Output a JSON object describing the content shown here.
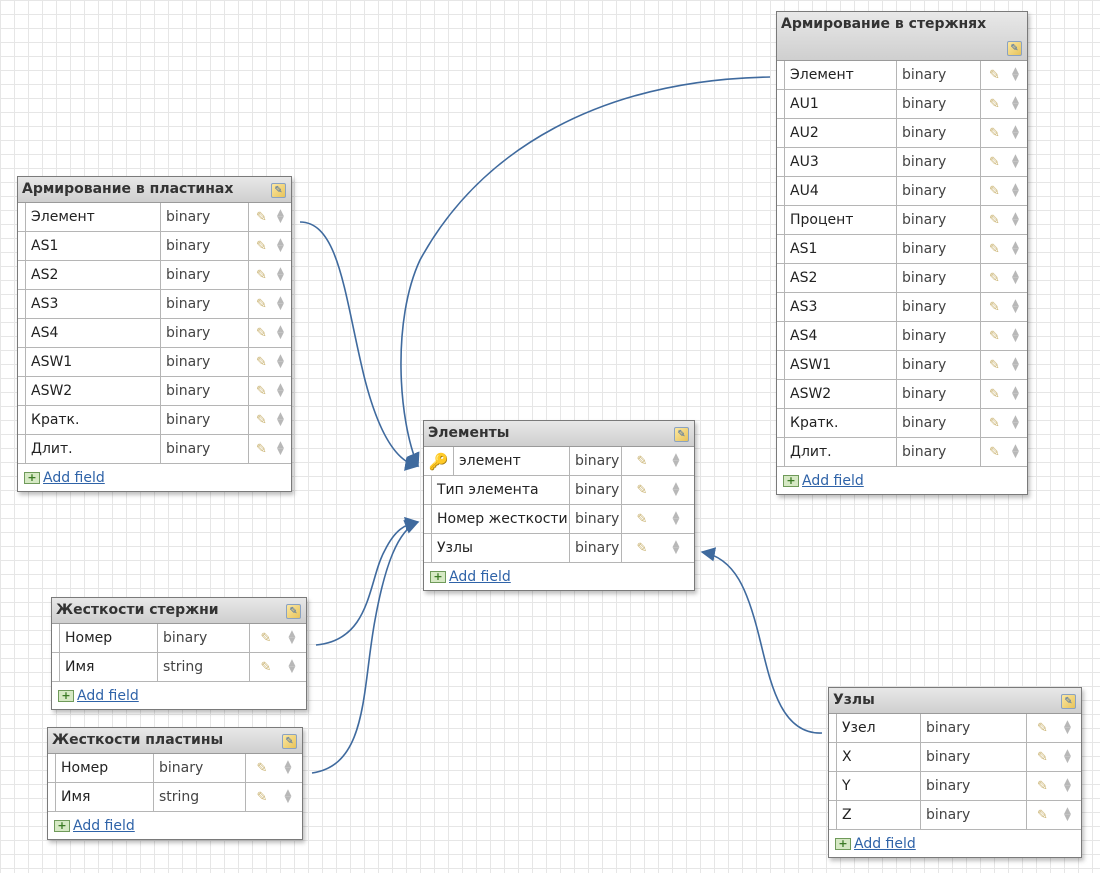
{
  "add_field_label": "Add field",
  "colors": {
    "link": "#3f6a9e",
    "header": "#d8d8d8",
    "add_link": "#2f63a8"
  },
  "icons": {
    "edit": "edit-entity-icon",
    "pencil": "pencil-icon",
    "sort": "sort-arrows-icon",
    "key": "key-icon",
    "add": "add-field-icon"
  },
  "entities": {
    "armirovanie_plastiny": {
      "title": "Армирование в пластинах",
      "fields": [
        {
          "name": "Элемент",
          "type": "binary"
        },
        {
          "name": "AS1",
          "type": "binary"
        },
        {
          "name": "AS2",
          "type": "binary"
        },
        {
          "name": "AS3",
          "type": "binary"
        },
        {
          "name": "AS4",
          "type": "binary"
        },
        {
          "name": "ASW1",
          "type": "binary"
        },
        {
          "name": "ASW2",
          "type": "binary"
        },
        {
          "name": "Кратк.",
          "type": "binary"
        },
        {
          "name": "Длит.",
          "type": "binary"
        }
      ]
    },
    "armirovanie_sterzhni": {
      "title": "Армирование в стержнях",
      "fields": [
        {
          "name": "Элемент",
          "type": "binary"
        },
        {
          "name": "AU1",
          "type": "binary"
        },
        {
          "name": "AU2",
          "type": "binary"
        },
        {
          "name": "AU3",
          "type": "binary"
        },
        {
          "name": "AU4",
          "type": "binary"
        },
        {
          "name": "Процент",
          "type": "binary"
        },
        {
          "name": "AS1",
          "type": "binary"
        },
        {
          "name": "AS2",
          "type": "binary"
        },
        {
          "name": "AS3",
          "type": "binary"
        },
        {
          "name": "AS4",
          "type": "binary"
        },
        {
          "name": "ASW1",
          "type": "binary"
        },
        {
          "name": "ASW2",
          "type": "binary"
        },
        {
          "name": "Кратк.",
          "type": "binary"
        },
        {
          "name": "Длит.",
          "type": "binary"
        }
      ]
    },
    "elementy": {
      "title": "Элементы",
      "fields": [
        {
          "name": "элемент",
          "type": "binary",
          "pk": true
        },
        {
          "name": "Тип элемента",
          "type": "binary"
        },
        {
          "name": "Номер жесткости",
          "type": "binary"
        },
        {
          "name": "Узлы",
          "type": "binary"
        }
      ]
    },
    "zhestkosti_sterzhni": {
      "title": "Жесткости стержни",
      "fields": [
        {
          "name": "Номер",
          "type": "binary"
        },
        {
          "name": "Имя",
          "type": "string"
        }
      ]
    },
    "zhestkosti_plastiny": {
      "title": "Жесткости пластины",
      "fields": [
        {
          "name": "Номер",
          "type": "binary"
        },
        {
          "name": "Имя",
          "type": "string"
        }
      ]
    },
    "uzly": {
      "title": "Узлы",
      "fields": [
        {
          "name": "Узел",
          "type": "binary"
        },
        {
          "name": "X",
          "type": "binary"
        },
        {
          "name": "Y",
          "type": "binary"
        },
        {
          "name": "Z",
          "type": "binary"
        }
      ]
    }
  }
}
